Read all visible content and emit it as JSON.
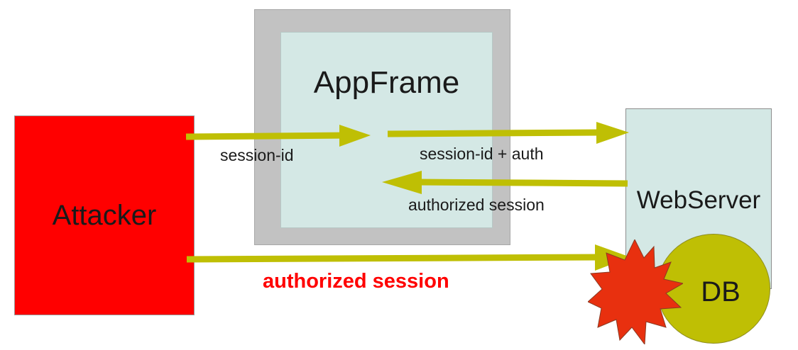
{
  "diagram": {
    "title": "Session hijacking / authorized session attack flow",
    "background": "#ffffff",
    "colors": {
      "attacker_fill": "#ff0000",
      "appframe_outer_fill": "#c2c2c2",
      "appframe_inner_fill": "#d4e8e5",
      "webserver_fill": "#d4e8e5",
      "db_fill": "#bfbf04",
      "arrow_stroke": "#bfbf04",
      "explosion_fill": "#e8300f",
      "node_text": "#1a1a1a",
      "alert_text": "#ff0000"
    }
  },
  "nodes": {
    "attacker": {
      "label": "Attacker",
      "shape": "rectangle"
    },
    "appframe": {
      "label": "AppFrame",
      "shape": "nested-rectangle"
    },
    "webserver": {
      "label": "WebServer",
      "shape": "rectangle"
    },
    "db": {
      "label": "DB",
      "shape": "ellipse"
    },
    "explosion": {
      "label": "",
      "shape": "starburst"
    }
  },
  "edges": [
    {
      "id": "attacker-to-appframe",
      "label": "session-id",
      "from": "attacker",
      "to": "appframe",
      "direction": "right"
    },
    {
      "id": "appframe-to-webserver",
      "label": "session-id + auth",
      "from": "appframe",
      "to": "webserver",
      "direction": "right"
    },
    {
      "id": "webserver-to-appframe",
      "label": "authorized session",
      "from": "webserver",
      "to": "appframe",
      "direction": "left"
    },
    {
      "id": "attacker-to-db",
      "label": "authorized session",
      "from": "attacker",
      "to": "db",
      "direction": "right",
      "emphasis": "bold-red"
    }
  ]
}
